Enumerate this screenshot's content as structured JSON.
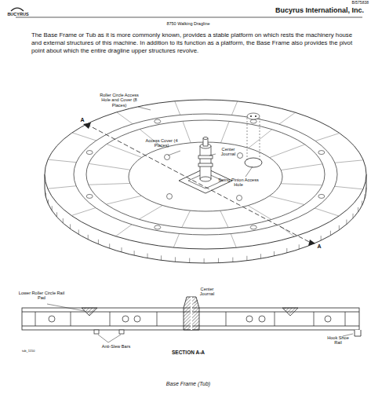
{
  "diagram": {
    "title": "8750 Walking Dragline",
    "caption": "Base Frame (Tub)",
    "labels": [
      "BI575838",
      "BUCYRUS",
      "Bucyrus International, Inc.",
      "The Base Frame or Tub as it is more commonly known, provides a stable platform on which rests the machinery house and external structures of this machine. In addition to its function as a platform, the Base Frame also provides the pivot point about which the entire dragline upper structures revolve.",
      "Roller Circle Access Hole and Cover (8 Places)",
      "A",
      "Access Cover (4 Places)",
      "Center Journal",
      "Swing Pinion Access Hole",
      "A",
      "Lower Roller Circle Rail Pad",
      "Center Journal",
      "Hook Shoe Rail",
      "Anti-Slew Bars",
      "SECTION A-A",
      "tub_1150"
    ]
  }
}
